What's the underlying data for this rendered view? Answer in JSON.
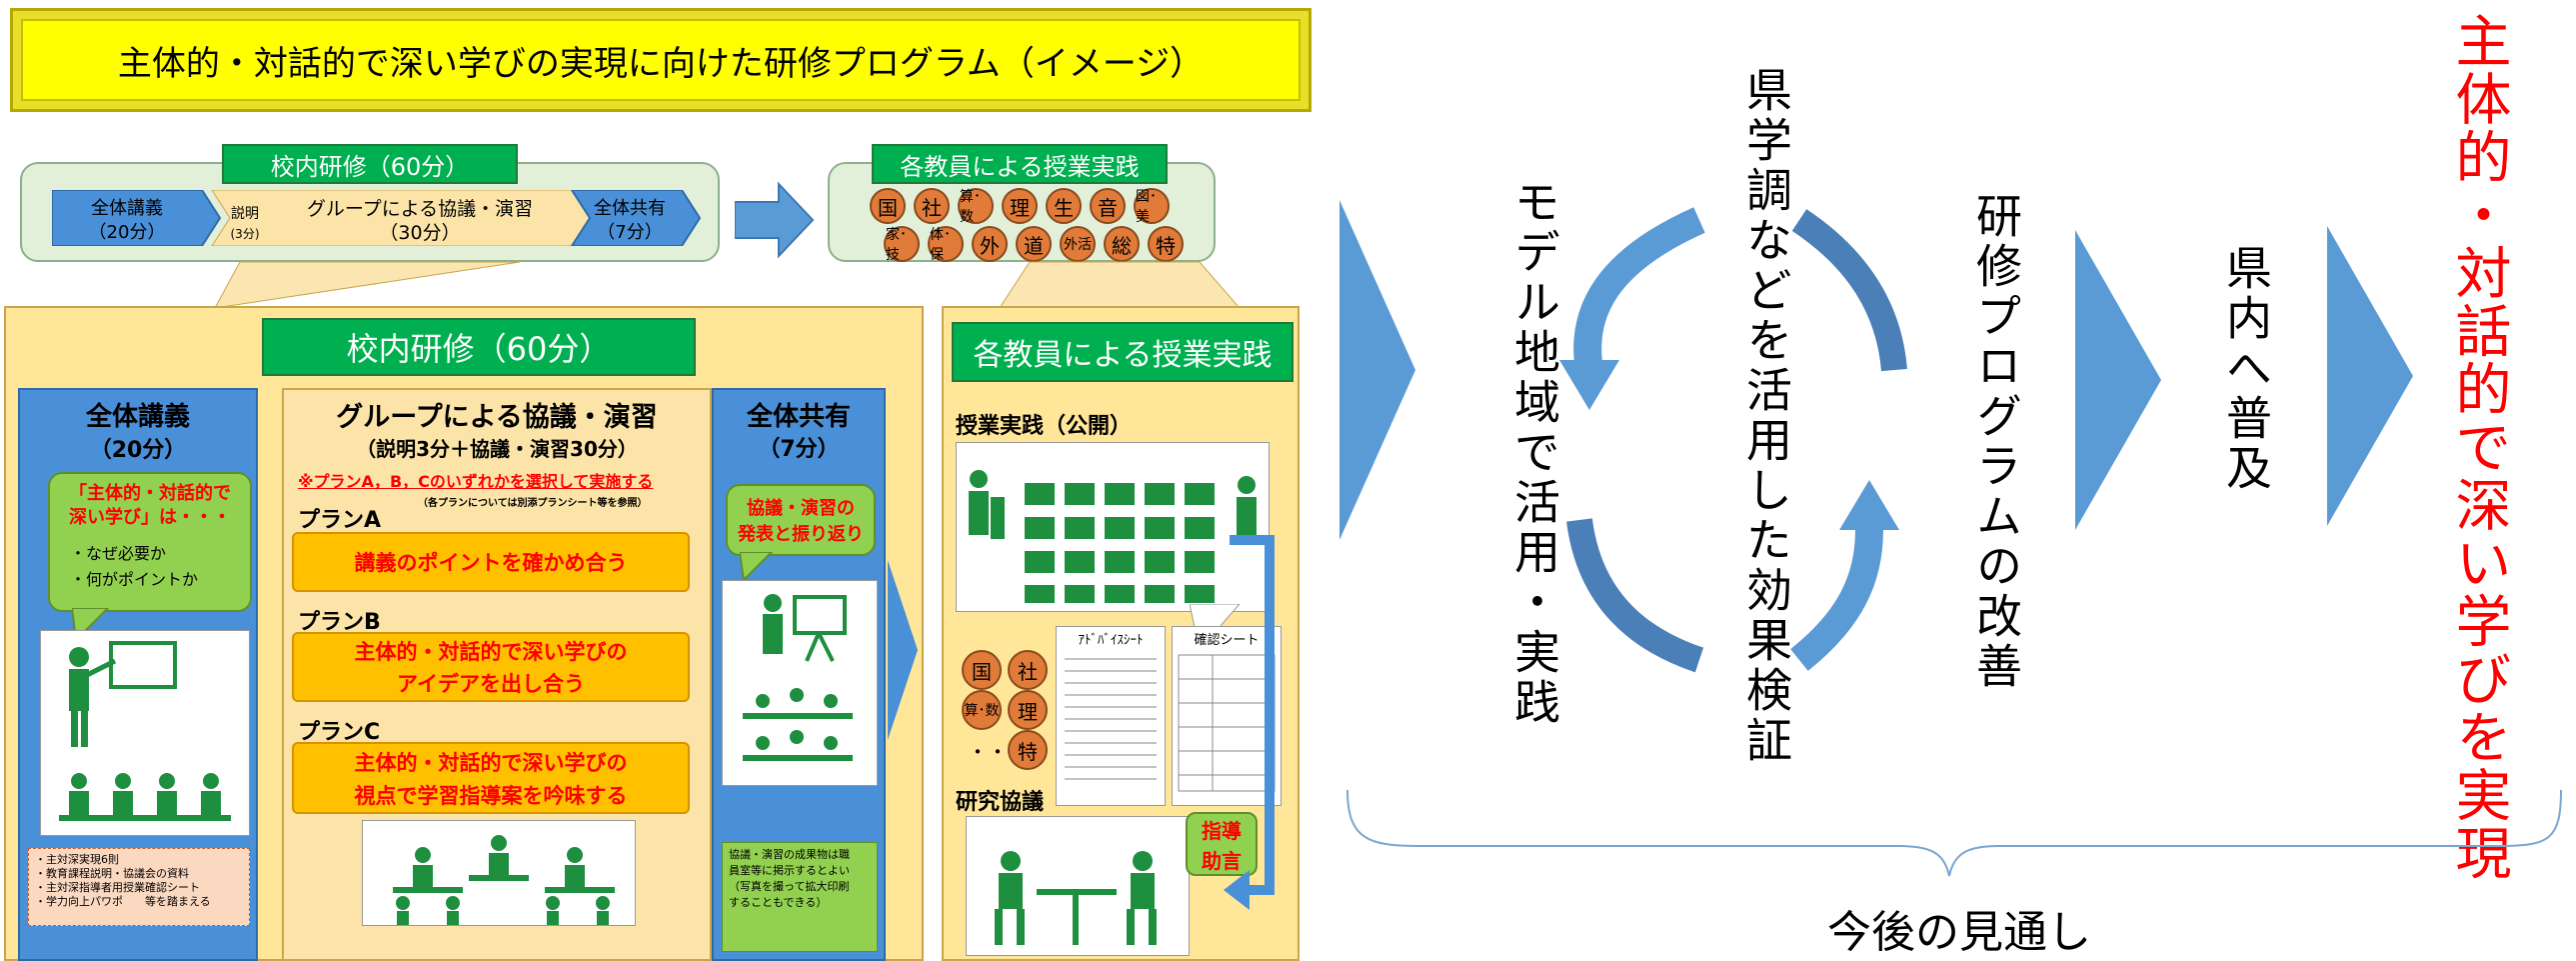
{
  "title": "主体的・対話的で深い学びの実現に向けた研修プログラム（イメージ）",
  "top_summary": {
    "kounai_tag": "校内研修（60分）",
    "zentai_kougi": "全体講義",
    "zentai_kougi_time": "（20分）",
    "setsumei": "説明",
    "setsumei_time": "(3分)",
    "group_label": "グループによる協議・演習",
    "group_time": "（30分）",
    "zentai_kyouyu": "全体共有",
    "zentai_kyouyu_time": "（7分）",
    "jugyou_tag": "各教員による授業実践",
    "subjects_row1": [
      "国",
      "社",
      "算･数",
      "理",
      "生",
      "音",
      "図･美"
    ],
    "subjects_row2": [
      "家･技",
      "体･保",
      "外",
      "道",
      "外活",
      "総",
      "特"
    ]
  },
  "detail": {
    "kounai_tag": "校内研修（60分）",
    "lecture": {
      "heading": "全体講義",
      "time": "（20分）",
      "bubble_title1": "「主体的・対話的で",
      "bubble_title2": "深い学び」は・・・",
      "bubble_item1": "・なぜ必要か",
      "bubble_item2": "・何がポイントか",
      "notes": [
        "・主対深実現6則",
        "・教育課程説明・協議会の資料",
        "・主対深指導者用授業確認シート",
        "・学力向上パワポ　　等を踏まえる"
      ]
    },
    "group": {
      "heading": "グループによる協議・演習",
      "sub": "（説明3分＋協議・演習30分）",
      "notice": "※プランA，B，Cのいずれかを選択して実施する",
      "notice_small": "（各プランについては別添プランシート等を参照）",
      "plans": [
        {
          "name": "プランA",
          "line1": "講義のポイントを確かめ合う",
          "line2": ""
        },
        {
          "name": "プランB",
          "line1": "主体的・対話的で深い学びの",
          "line2": "アイデアを出し合う"
        },
        {
          "name": "プランC",
          "line1": "主体的・対話的で深い学びの",
          "line2": "視点で学習指導案を吟味する"
        }
      ]
    },
    "share": {
      "heading": "全体共有",
      "time": "（7分）",
      "bubble1": "協議・演習の",
      "bubble2": "発表と振り返り",
      "note": [
        "協議・演習の成果物は職",
        "員室等に掲示するとよい",
        "（写真を撮って拡大印刷",
        "することもできる）"
      ]
    }
  },
  "practice": {
    "tag": "各教員による授業実践",
    "open_class": "授業実践（公開）",
    "subjects": [
      "国",
      "社",
      "算･数",
      "理",
      "特"
    ],
    "dots": "・・・",
    "advice_sheet": "ｱﾄﾞﾊﾞｲｽｼｰﾄ",
    "check_sheet": "確認シート",
    "research": "研究協議",
    "guidance1": "指導",
    "guidance2": "助言"
  },
  "cycle": {
    "left": "モデル地域で活用・実践",
    "middle": "県学調などを活用した効果検証",
    "right": "研修プログラムの改善"
  },
  "spread": "県内へ普及",
  "goal": "主体的・対話的で深い学びを実現",
  "outlook": "今後の見通し",
  "colors": {
    "goal_red": "#ff0000",
    "arrow_blue": "#5b9bd5",
    "banner_yellow": "#ffff00",
    "tag_green": "#00b050"
  }
}
